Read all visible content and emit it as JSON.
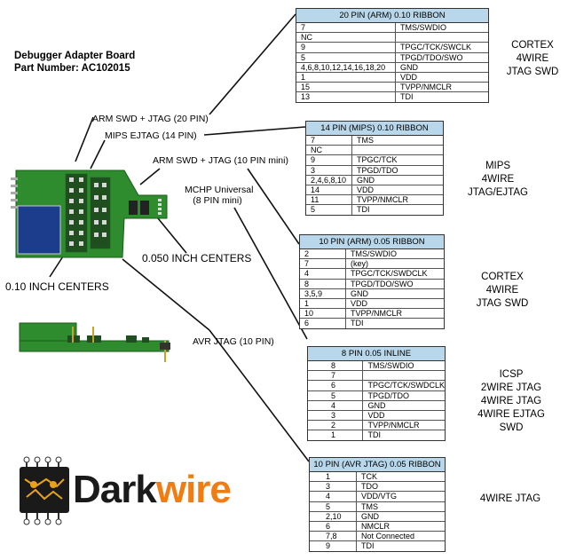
{
  "board": {
    "title_line1": "Debugger Adapter Board",
    "title_line2": "Part Number: AC102015"
  },
  "labels": {
    "arm20": "ARM SWD + JTAG (20 PIN)",
    "mips14": "MIPS EJTAG (14 PIN)",
    "arm10mini": "ARM SWD + JTAG (10 PIN mini)",
    "mchp_line1": "MCHP Universal",
    "mchp_line2": "(8 PIN mini)",
    "centers050": "0.050 INCH CENTERS",
    "centers010": "0.10 INCH CENTERS",
    "avr": "AVR JTAG (10 PIN)"
  },
  "tables": [
    {
      "title": "20 PIN (ARM) 0.10 RIBBON",
      "side": [
        "CORTEX",
        "4WIRE",
        "JTAG SWD"
      ],
      "rows": [
        [
          "7",
          "TMS/SWDIO"
        ],
        [
          "NC",
          ""
        ],
        [
          "9",
          "TPGC/TCK/SWCLK"
        ],
        [
          "5",
          "TPGD/TDO/SWO"
        ],
        [
          "4,6,8,10,12,14,16,18,20",
          "GND"
        ],
        [
          "1",
          "VDD"
        ],
        [
          "15",
          "TVPP/NMCLR"
        ],
        [
          "13",
          "TDI"
        ]
      ]
    },
    {
      "title": "14 PIN (MIPS) 0.10 RIBBON",
      "side": [
        "MIPS",
        "4WIRE",
        "JTAG/EJTAG"
      ],
      "rows": [
        [
          "7",
          "TMS"
        ],
        [
          "NC",
          ""
        ],
        [
          "9",
          "TPGC/TCK"
        ],
        [
          "3",
          "TPGD/TDO"
        ],
        [
          "2,4,6,8,10",
          "GND"
        ],
        [
          "14",
          "VDD"
        ],
        [
          "11",
          "TVPP/NMCLR"
        ],
        [
          "5",
          "TDI"
        ]
      ]
    },
    {
      "title": "10 PIN (ARM) 0.05 RIBBON",
      "side": [
        "CORTEX",
        "4WIRE",
        "JTAG SWD"
      ],
      "rows": [
        [
          "2",
          "TMS/SWDIO"
        ],
        [
          "7",
          "(key)"
        ],
        [
          "4",
          "TPGC/TCK/SWDCLK"
        ],
        [
          "8",
          "TPGD/TDO/SWO"
        ],
        [
          "3,5,9",
          "GND"
        ],
        [
          "1",
          "VDD"
        ],
        [
          "10",
          "TVPP/NMCLR"
        ],
        [
          "6",
          "TDI"
        ]
      ]
    },
    {
      "title": "8 PIN 0.05 INLINE",
      "side": [
        "ICSP",
        "2WIRE JTAG",
        "4WIRE JTAG",
        "4WIRE EJTAG",
        "SWD"
      ],
      "rows": [
        [
          "8",
          "TMS/SWDIO"
        ],
        [
          "7",
          ""
        ],
        [
          "6",
          "TPGC/TCK/SWDCLK"
        ],
        [
          "5",
          "TPGD/TDO"
        ],
        [
          "4",
          "GND"
        ],
        [
          "3",
          "VDD"
        ],
        [
          "2",
          "TVPP/NMCLR"
        ],
        [
          "1",
          "TDI"
        ]
      ]
    },
    {
      "title": "10 PIN (AVR JTAG) 0.05 RIBBON",
      "side": [
        "4WIRE JTAG"
      ],
      "rows": [
        [
          "1",
          "TCK"
        ],
        [
          "3",
          "TDO"
        ],
        [
          "4",
          "VDD/VTG"
        ],
        [
          "5",
          "TMS"
        ],
        [
          "2,10",
          "GND"
        ],
        [
          "6",
          "NMCLR"
        ],
        [
          "7,8",
          "Not Connected"
        ],
        [
          "9",
          "TDI"
        ]
      ]
    }
  ],
  "logo": {
    "word_dark": "Dark",
    "word_wire": "wire",
    "colors": {
      "dark": "#1a1a1a",
      "wire": "#f07d14",
      "icon": "#e8a317"
    }
  },
  "colors": {
    "header_fill": "#b9d7ea",
    "board_green": "#2e8b2e",
    "line": "#111111"
  }
}
